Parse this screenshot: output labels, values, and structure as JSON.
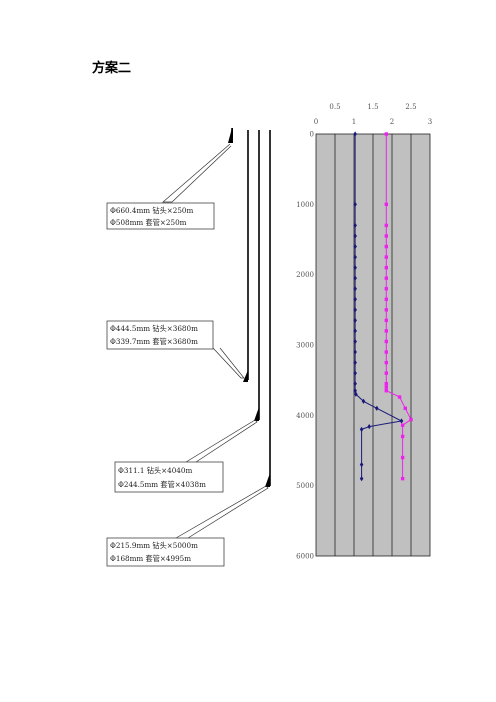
{
  "heading": "方案二",
  "casing_program": [
    {
      "line1": "Φ660.4mm 钻头×250m",
      "line2": "Φ508mm 套管×250m"
    },
    {
      "line1": "Φ444.5mm 钻头×3680m",
      "line2": "Φ339.7mm 套管×3680m"
    },
    {
      "line1": "Φ311.1 钻头×4040m",
      "line2": "Φ244.5mm 套管×4038m"
    },
    {
      "line1": "Φ215.9mm 钻头×5000m",
      "line2": "Φ168mm 套管×4995m"
    }
  ],
  "colors": {
    "plot_background": "#c0c0c0",
    "series_pore": "#1a1a7a",
    "series_frac": "#ee22ee"
  },
  "chart_data": {
    "type": "line",
    "top_axis_labels": [
      "0.5",
      "1.5",
      "2.5"
    ],
    "top_axis_values": [
      0.5,
      1.5,
      2.5
    ],
    "x_tick_labels": [
      "0",
      "1",
      "2",
      "3"
    ],
    "x_tick_values": [
      0,
      1,
      2,
      3
    ],
    "xlim": [
      0,
      3
    ],
    "y_tick_labels": [
      "0",
      "1000",
      "2000",
      "3000",
      "4000",
      "5000",
      "6000"
    ],
    "y_tick_values": [
      0,
      1000,
      2000,
      3000,
      4000,
      5000,
      6000
    ],
    "ylim": [
      0,
      6000
    ],
    "y_inverted": true,
    "grid": "vertical",
    "series": [
      {
        "points": [
          [
            1.03,
            0
          ],
          [
            1.03,
            1000
          ],
          [
            1.03,
            1300
          ],
          [
            1.03,
            1450
          ],
          [
            1.03,
            1600
          ],
          [
            1.03,
            1750
          ],
          [
            1.03,
            1900
          ],
          [
            1.03,
            2050
          ],
          [
            1.03,
            2200
          ],
          [
            1.03,
            2350
          ],
          [
            1.03,
            2500
          ],
          [
            1.03,
            2650
          ],
          [
            1.03,
            2800
          ],
          [
            1.03,
            2950
          ],
          [
            1.03,
            3100
          ],
          [
            1.03,
            3250
          ],
          [
            1.03,
            3400
          ],
          [
            1.03,
            3550
          ],
          [
            1.03,
            3650
          ],
          [
            1.05,
            3700
          ],
          [
            1.25,
            3800
          ],
          [
            1.6,
            3900
          ],
          [
            2.25,
            4080
          ],
          [
            1.4,
            4160
          ],
          [
            1.2,
            4200
          ],
          [
            1.2,
            4700
          ],
          [
            1.2,
            4900
          ]
        ]
      },
      {
        "points": [
          [
            1.85,
            0
          ],
          [
            1.85,
            1000
          ],
          [
            1.85,
            1300
          ],
          [
            1.85,
            1450
          ],
          [
            1.85,
            1600
          ],
          [
            1.85,
            1750
          ],
          [
            1.85,
            1900
          ],
          [
            1.85,
            2050
          ],
          [
            1.85,
            2200
          ],
          [
            1.85,
            2350
          ],
          [
            1.85,
            2500
          ],
          [
            1.85,
            2650
          ],
          [
            1.85,
            2800
          ],
          [
            1.85,
            2950
          ],
          [
            1.85,
            3100
          ],
          [
            1.85,
            3250
          ],
          [
            1.85,
            3400
          ],
          [
            1.85,
            3550
          ],
          [
            1.85,
            3600
          ],
          [
            1.85,
            3650
          ],
          [
            2.2,
            3740
          ],
          [
            2.35,
            3900
          ],
          [
            2.5,
            4060
          ],
          [
            2.28,
            4140
          ],
          [
            2.28,
            4300
          ],
          [
            2.28,
            4600
          ],
          [
            2.28,
            4900
          ]
        ]
      }
    ]
  }
}
